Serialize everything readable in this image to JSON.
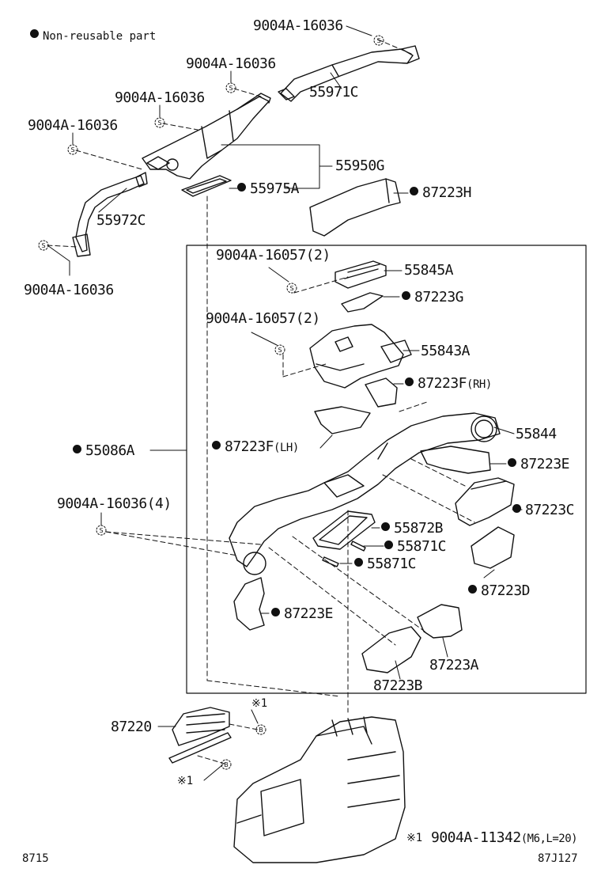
{
  "legend": {
    "text": "Non-reusable part"
  },
  "parts": {
    "p9004a16036_a": "9004A-16036",
    "p9004a16036_b": "9004A-16036",
    "p9004a16036_c": "9004A-16036",
    "p9004a16036_d": "9004A-16036",
    "p9004a16036_e": "9004A-16036",
    "p55971c": "55971C",
    "p55950g": "55950G",
    "p55975a": "55975A",
    "p87223h": "87223H",
    "p55972c": "55972C",
    "p9004a16057_a": "9004A-16057(2)",
    "p9004a16057_b": "9004A-16057(2)",
    "p55845a": "55845A",
    "p87223g": "87223G",
    "p55843a": "55843A",
    "p87223f_rh": "87223F",
    "rh": "(RH)",
    "p55844": "55844",
    "p55086a": "55086A",
    "p87223f_lh": "87223F",
    "lh": "(LH)",
    "p87223e_a": "87223E",
    "p87223c": "87223C",
    "p9004a16036_4": "9004A-16036(4)",
    "p55872b": "55872B",
    "p55871c_a": "55871C",
    "p55871c_b": "55871C",
    "p87223d": "87223D",
    "p87223e_b": "87223E",
    "p87223a": "87223A",
    "p87223b": "87223B",
    "p87220": "87220",
    "note1a": "※1",
    "note1b": "※1",
    "note1c": "※1",
    "p9004a11342": "9004A-11342",
    "m6": "(M6,L=20)"
  },
  "fastener_marks": {
    "screw": "S",
    "bolt": "B"
  },
  "footer": {
    "left": "8715",
    "right": "87J127"
  }
}
